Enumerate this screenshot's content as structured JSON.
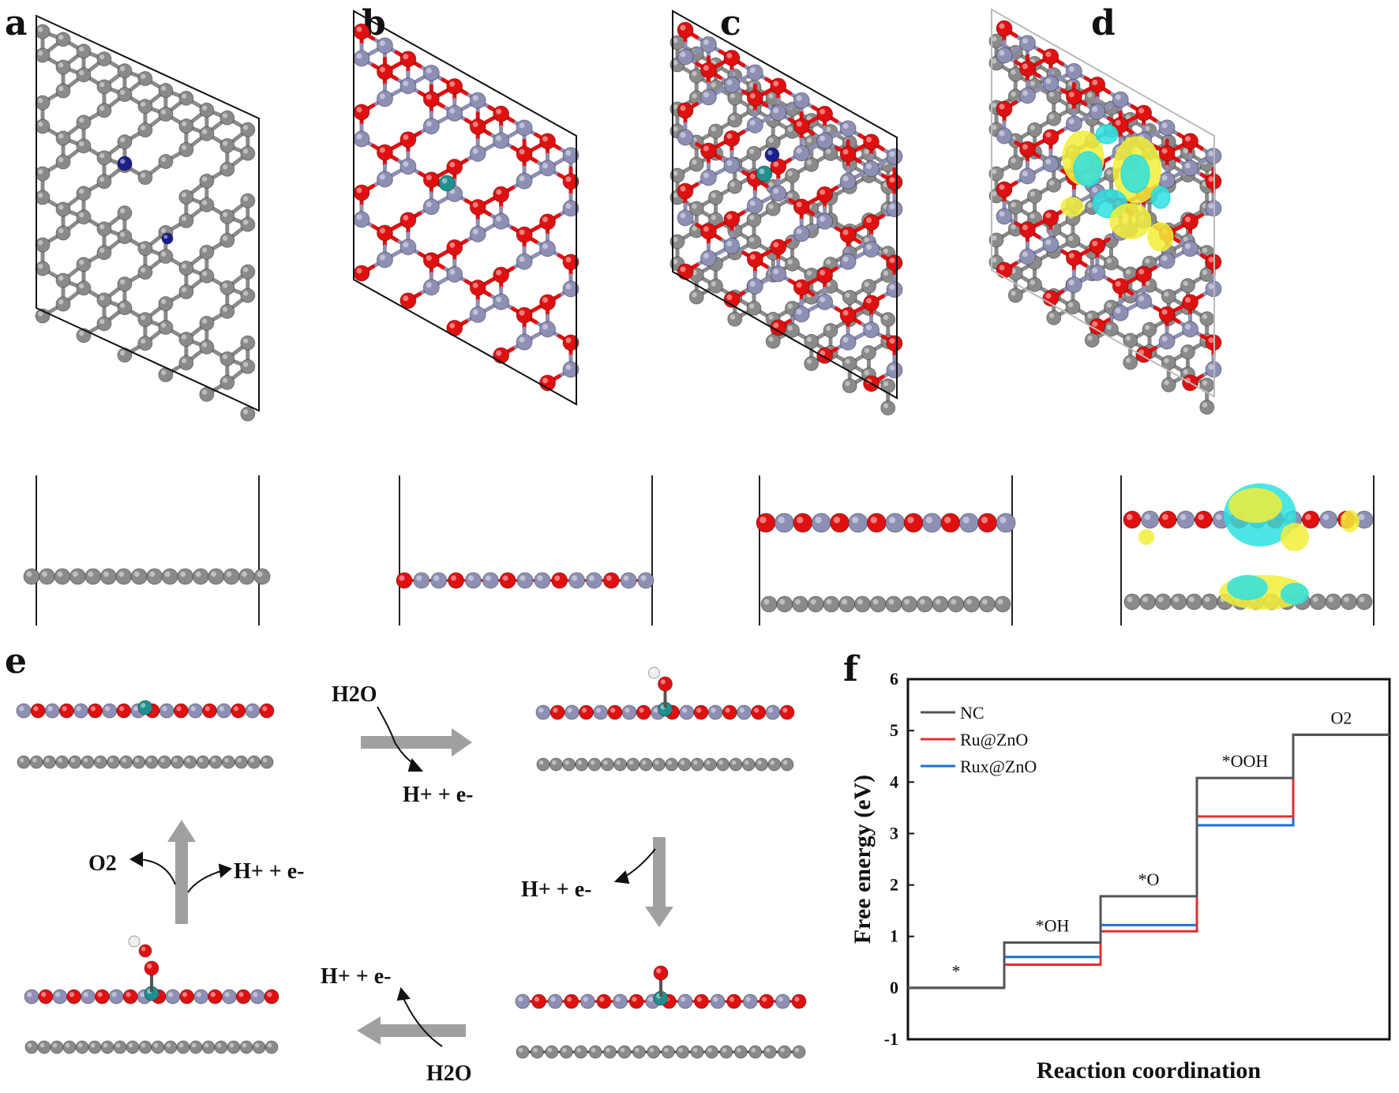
{
  "panels": {
    "a": "a",
    "b": "b",
    "c": "c",
    "d": "d",
    "e": "e",
    "f": "f"
  },
  "colors": {
    "carbon": "#8a8a8a",
    "nitrogen": "#1a1f8c",
    "oxygen": "#e01010",
    "zinc": "#8d8fb5",
    "ruthenium": "#1f8f8f",
    "hydrogen": "#eeeeee",
    "charge_accum": "#f2ef3a",
    "charge_deplete": "#2ee0e0"
  },
  "cycle": {
    "h2o_top": "H2O",
    "proton_top": "H+ + e-",
    "proton_right": "H+ + e-",
    "proton_bottom": "H+ + e-",
    "h2o_bottom": "H2O",
    "o2_left": "O2",
    "proton_left": "H+ + e-"
  },
  "chart_data": {
    "type": "line",
    "xlabel": "Reaction coordination",
    "ylabel": "Free energy (eV)",
    "ylim": [
      -1,
      6
    ],
    "yticks": [
      "-1",
      "0",
      "1",
      "2",
      "3",
      "4",
      "5",
      "6"
    ],
    "steps": [
      "*",
      "*OH",
      "*O",
      "*OOH",
      "O2"
    ],
    "series": [
      {
        "name": "NC",
        "color": "#555555",
        "values": [
          0,
          0.88,
          1.78,
          4.08,
          4.92
        ]
      },
      {
        "name": "Ru@ZnO",
        "color": "#e03030",
        "values": [
          0,
          0.45,
          1.1,
          3.33,
          4.92
        ]
      },
      {
        "name": "Rux@ZnO",
        "color": "#1f6fd0",
        "values": [
          0,
          0.6,
          1.22,
          3.16,
          4.92
        ]
      }
    ]
  }
}
